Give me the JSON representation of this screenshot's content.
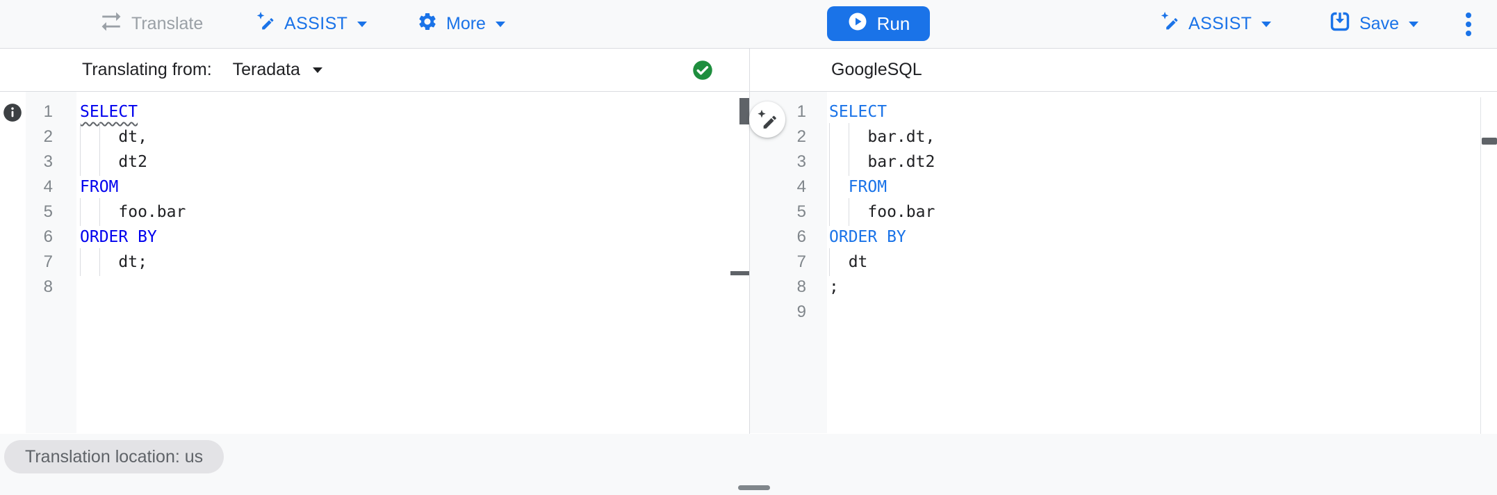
{
  "toolbar": {
    "translate_label": "Translate",
    "assist_label": "ASSIST",
    "more_label": "More",
    "run_label": "Run",
    "assist_right_label": "ASSIST",
    "save_label": "Save"
  },
  "left_pane": {
    "header_label": "Translating from:",
    "dialect_selected": "Teradata",
    "status": "translation-valid",
    "keyword_color": "#0000ee",
    "lines": [
      {
        "n": "1",
        "segs": [
          {
            "t": "SELECT",
            "k": true,
            "wavy": true
          }
        ]
      },
      {
        "n": "2",
        "segs": [
          {
            "t": "    dt,"
          }
        ]
      },
      {
        "n": "3",
        "segs": [
          {
            "t": "    dt2"
          }
        ]
      },
      {
        "n": "4",
        "segs": [
          {
            "t": "FROM",
            "k": true
          }
        ]
      },
      {
        "n": "5",
        "segs": [
          {
            "t": "    foo.bar"
          }
        ]
      },
      {
        "n": "6",
        "segs": [
          {
            "t": "ORDER BY",
            "k": true
          }
        ]
      },
      {
        "n": "7",
        "segs": [
          {
            "t": "    dt;"
          }
        ]
      },
      {
        "n": "8",
        "segs": []
      }
    ]
  },
  "right_pane": {
    "header_label": "GoogleSQL",
    "keyword_color": "#1a73e8",
    "lines": [
      {
        "n": "1",
        "segs": [
          {
            "t": "SELECT",
            "k": true
          }
        ]
      },
      {
        "n": "2",
        "segs": [
          {
            "t": "    bar.dt,"
          }
        ]
      },
      {
        "n": "3",
        "segs": [
          {
            "t": "    bar.dt2"
          }
        ]
      },
      {
        "n": "4",
        "segs": [
          {
            "t": "  "
          },
          {
            "t": "FROM",
            "k": true
          }
        ]
      },
      {
        "n": "5",
        "segs": [
          {
            "t": "    foo.bar"
          }
        ]
      },
      {
        "n": "6",
        "segs": [
          {
            "t": "ORDER BY",
            "k": true
          }
        ]
      },
      {
        "n": "7",
        "segs": [
          {
            "t": "  dt"
          }
        ]
      },
      {
        "n": "8",
        "segs": [
          {
            "t": ";"
          }
        ]
      },
      {
        "n": "9",
        "segs": []
      }
    ]
  },
  "footer": {
    "location_chip": "Translation location: us"
  },
  "colors": {
    "accent_blue": "#1a73e8",
    "disabled_gray": "#9aa0a6",
    "status_green": "#1e8e3e",
    "left_keyword_blue": "#0000ee",
    "right_keyword_blue": "#1a73e8",
    "chip_bg": "#e3e3e6"
  }
}
